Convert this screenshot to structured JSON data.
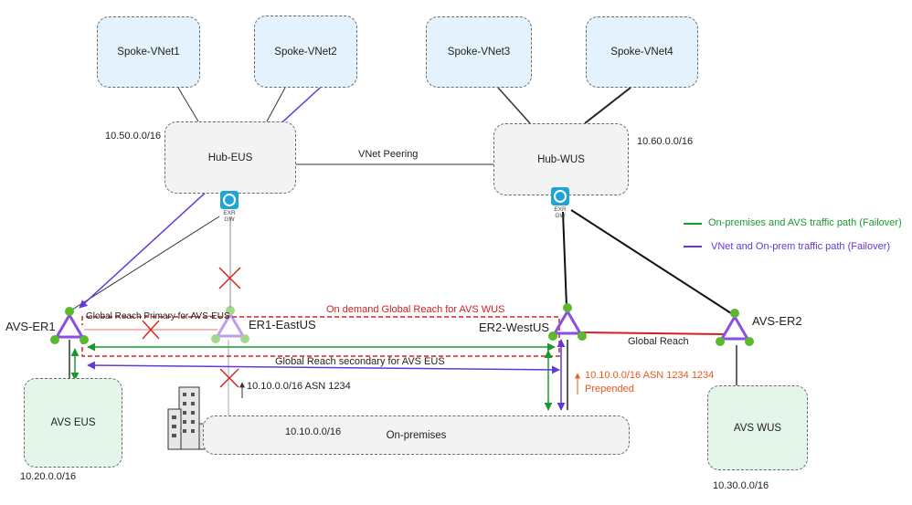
{
  "boxes": {
    "spoke1": "Spoke-VNet1",
    "spoke2": "Spoke-VNet2",
    "spoke3": "Spoke-VNet3",
    "spoke4": "Spoke-VNet4",
    "hub_eus": "Hub-EUS",
    "hub_wus": "Hub-WUS",
    "avs_eus": "AVS EUS",
    "avs_wus": "AVS WUS",
    "onprem": "On-premises"
  },
  "cidrs": {
    "hub_eus": "10.50.0.0/16",
    "hub_wus": "10.60.0.0/16",
    "avs_eus": "10.20.0.0/16",
    "avs_wus": "10.30.0.0/16",
    "onprem": "10.10.0.0/16"
  },
  "gateways": {
    "eus": "EXR GW",
    "wus": "EXR GW"
  },
  "circuits": {
    "avs_er1": "AVS-ER1",
    "er1_eastus": "ER1-EastUS",
    "er2_westus": "ER2-WestUS",
    "avs_er2": "AVS-ER2"
  },
  "labels": {
    "vnet_peering": "VNet Peering",
    "gr_primary": "Global Reach Primary for AVS-EUS",
    "gr_ondemand": "On demand Global Reach for AVS WUS",
    "gr_secondary": "Global Reach secondary for AVS EUS",
    "global_reach": "Global Reach",
    "asn_1234": "10.10.0.0/16 ASN 1234",
    "asn_prepended_1": "10.10.0.0/16 ASN 1234 1234",
    "asn_prepended_2": "Prepended"
  },
  "legend": {
    "green": "On-premises and AVS traffic path (Failover)",
    "purple": "VNet and On-prem traffic path (Failover)"
  },
  "colors": {
    "green": "#1a9a2c",
    "purple": "#6338d8",
    "red": "#d42020",
    "orange": "#e5591a",
    "circuit": "#8a4fe0",
    "node": "#5cb82e"
  }
}
